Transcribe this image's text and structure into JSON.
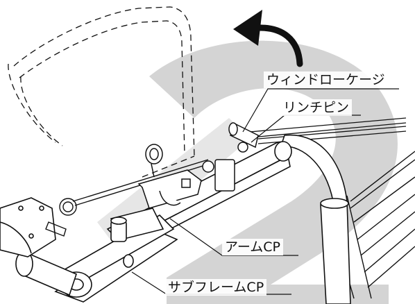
{
  "labels": {
    "window_cage": "ウィンドローケージ",
    "linch_pin": "リンチピン",
    "arm_cp": "アームCP",
    "subframe_cp": "サブフレームCP"
  },
  "colors": {
    "line": "#111111",
    "watermark": "#cfcfcf",
    "background": "#ffffff"
  },
  "icons": {
    "rotation_arrow": "curved-arrow-left-icon",
    "step_number": "number-2-watermark"
  }
}
